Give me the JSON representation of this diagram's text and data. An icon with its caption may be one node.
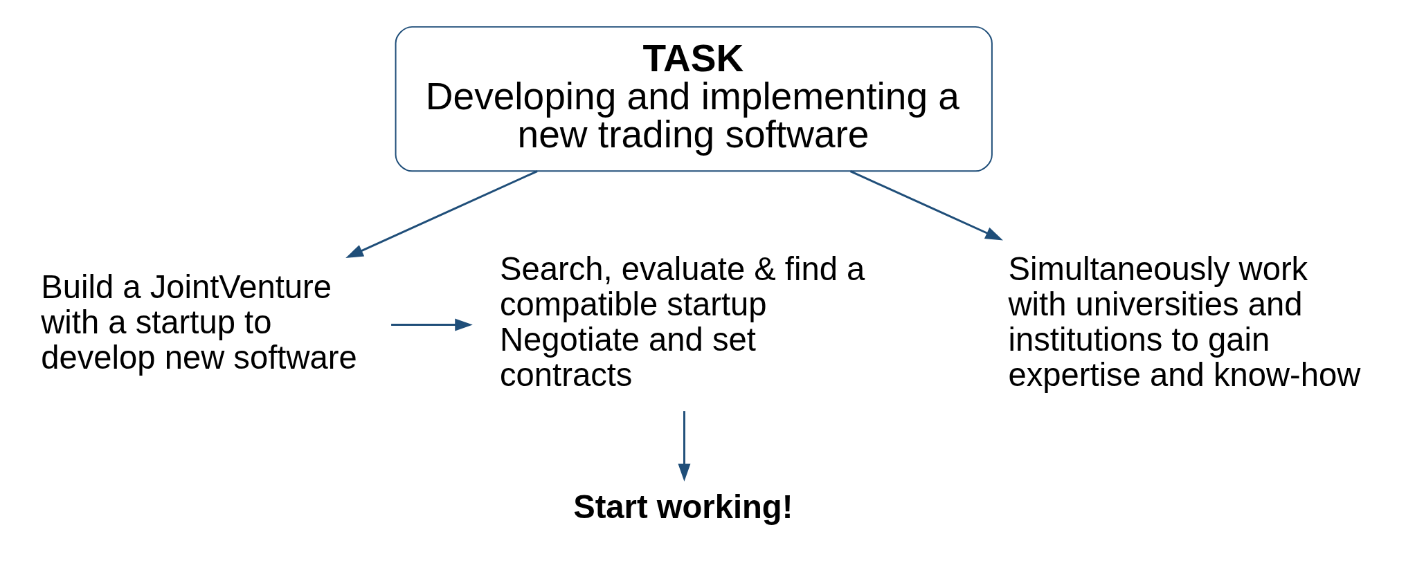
{
  "diagram": {
    "nodes": [
      {
        "text": [
          "TASK",
          "Developing and implementing a new trading software"
        ]
      },
      {
        "text": [
          "Search, evaluate & find a compatible startup",
          "Negotiate and set contracts"
        ]
      },
      {
        "text": [
          "Build a JointVenture with a startup to develop new software"
        ]
      },
      {
        "text": [
          "Simultaneously work with universities and institutions to gain expertise and know-how"
        ]
      },
      {
        "text": [
          "Start working!"
        ]
      }
    ],
    "edges": [
      {
        "from": 0,
        "to": 2,
        "arrow": "to"
      },
      {
        "from": 0,
        "to": 3,
        "arrow": "to"
      },
      {
        "from": 2,
        "to": 1,
        "arrow": "to"
      },
      {
        "from": 1,
        "to": 4,
        "arrow": "to"
      }
    ]
  }
}
